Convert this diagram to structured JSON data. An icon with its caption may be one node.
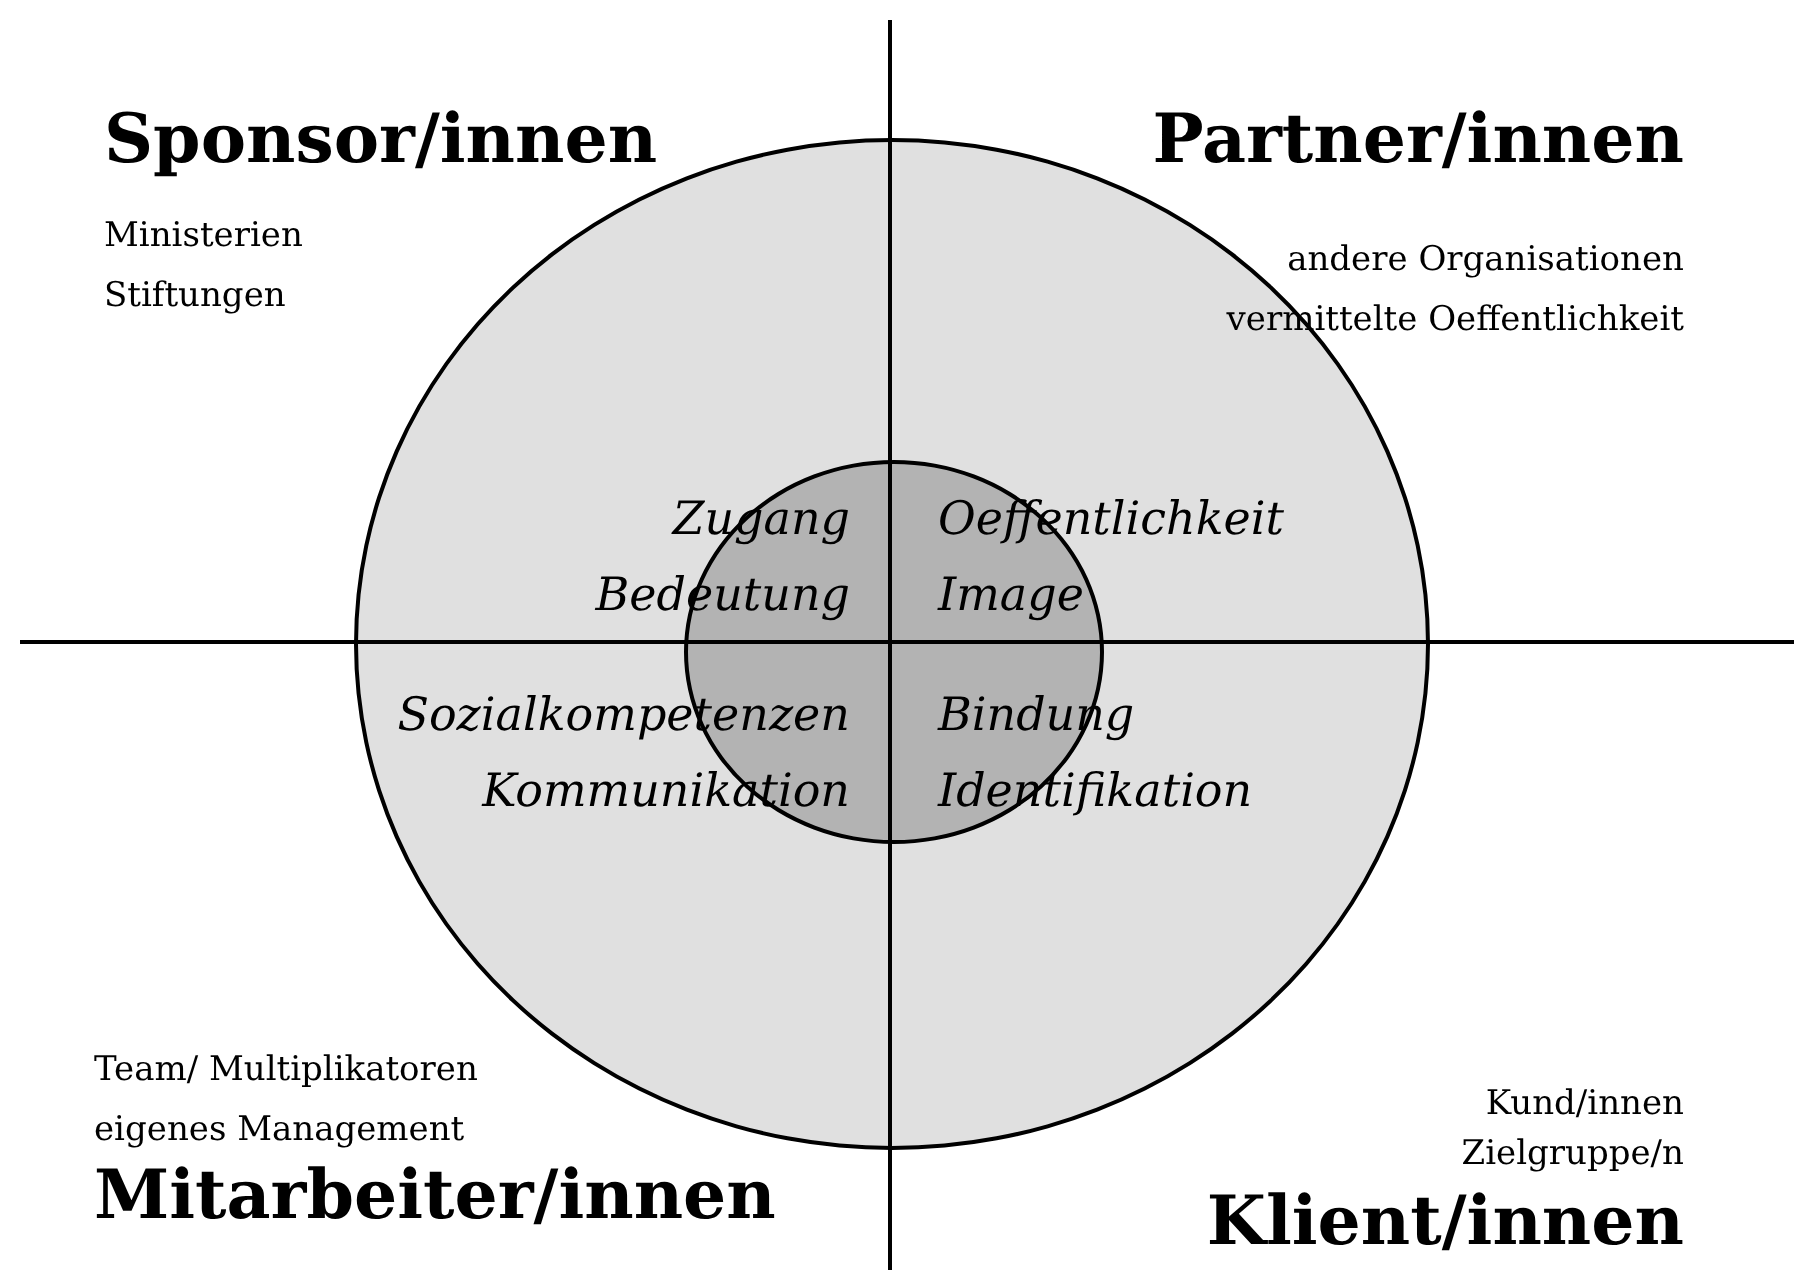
{
  "diagram": {
    "nodes": [
      {
        "text": [],
        "shape": "circle"
      },
      {
        "text": [
          "Zugang",
          "Bedeutung",
          "Oeffentlichkeit",
          "Image",
          "Sozialkompetenzen",
          "Kommunikation",
          "Bindung",
          "Identifikation"
        ],
        "in": 0
      }
    ],
    "labels": [
      "Sponsor/innen",
      "Ministerien",
      "Stiftungen",
      "Partner/innen",
      "andere Organisationen",
      "vermittelte Oeffentlichkeit",
      "Team/ Multiplikatoren",
      "eigenes Management",
      "Mitarbeiter/innen",
      "Kund/innen",
      "Zielgruppe/n",
      "Klient/innen"
    ]
  }
}
